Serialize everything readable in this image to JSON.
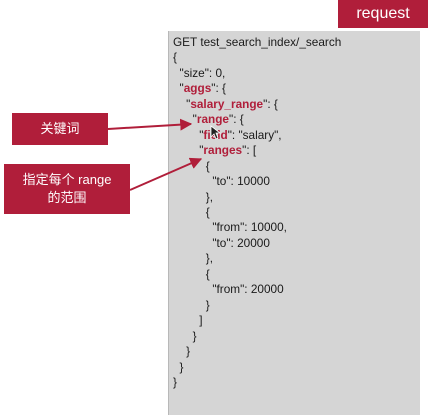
{
  "badge": {
    "label": "request"
  },
  "callouts": [
    {
      "lines": [
        "关键词"
      ]
    },
    {
      "lines": [
        "指定每个 range",
        "的范围"
      ]
    }
  ],
  "code": {
    "line_01": "GET test_search_index/_search",
    "line_02": "{",
    "line_03": "  \"size\": 0,",
    "line_04_key": "aggs",
    "line_04_rest": ": {",
    "line_05_key": "salary_range",
    "line_05_rest": ": {",
    "line_06_key": "range",
    "line_06_rest": ": {",
    "line_07_key": "field",
    "line_07_rest": ": \"salary\",",
    "line_08_key": "ranges",
    "line_08_rest": ": [",
    "line_09": "          {",
    "line_10": "            \"to\": 10000",
    "line_11": "          },",
    "line_12": "          {",
    "line_13": "            \"from\": 10000,",
    "line_14": "            \"to\": 20000",
    "line_15": "          },",
    "line_16": "          {",
    "line_17": "            \"from\": 20000",
    "line_18": "          }",
    "line_19": "        ]",
    "line_20": "      }",
    "line_21": "    }",
    "line_22": "  }",
    "line_23": "}"
  },
  "colors": {
    "accent": "#b01e3a",
    "panel": "#d5d5d5",
    "text": "#1a1a1a"
  }
}
